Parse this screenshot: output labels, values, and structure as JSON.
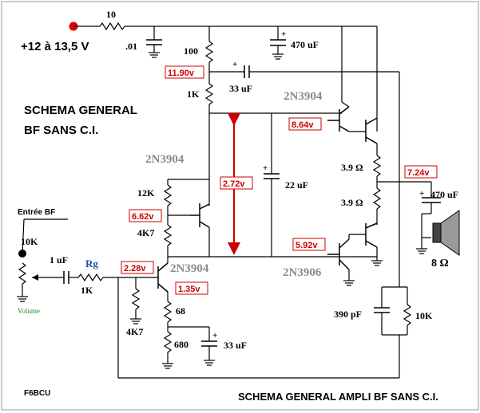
{
  "supply": {
    "label": "+12 à 13,5 V",
    "color": "#e00000"
  },
  "title_main": {
    "line1": "SCHEMA GENERAL",
    "line2": "BF SANS C.I."
  },
  "footer": {
    "author": "F6BCU",
    "caption": "SCHEMA GENERAL AMPLI BF SANS C.I."
  },
  "input": {
    "label": "Entrée BF",
    "pot": "10K",
    "volume": "Volume",
    "volume_color": "#2e8b2e"
  },
  "components": {
    "r_supply": "10",
    "c_dec": ".01",
    "r100": "100",
    "c470_top": "470 uF",
    "c33_top": "33 uF",
    "r1k_top": "1K",
    "r12k": "12K",
    "r4k7_bias": "4K7",
    "c1uf": "1 uF",
    "rg": "Rg",
    "r1k_in": "1K",
    "r4k7_base": "4K7",
    "r68": "68",
    "r680": "680",
    "c33_emit": "33 uF",
    "c22": "22 uF",
    "r39a": "3.9 Ω",
    "r39b": "3.9 Ω",
    "c470_out": "470 uF",
    "spk": "8 Ω",
    "c390": "390 pF",
    "r10k": "10K"
  },
  "transistors": {
    "q_in": "2N3904",
    "q_bias": "2N3904",
    "q_driver": "2N3904",
    "q_out": "2N3906"
  },
  "voltages": {
    "v1": "11.90v",
    "v2": "8.64v",
    "v3": "7.24v",
    "v4": "2.72v",
    "v5": "6.62v",
    "v6": "5.92v",
    "v7": "2.28v",
    "v8": "1.35v",
    "color": "#cc0000"
  },
  "arrow_color": "#cc0000"
}
